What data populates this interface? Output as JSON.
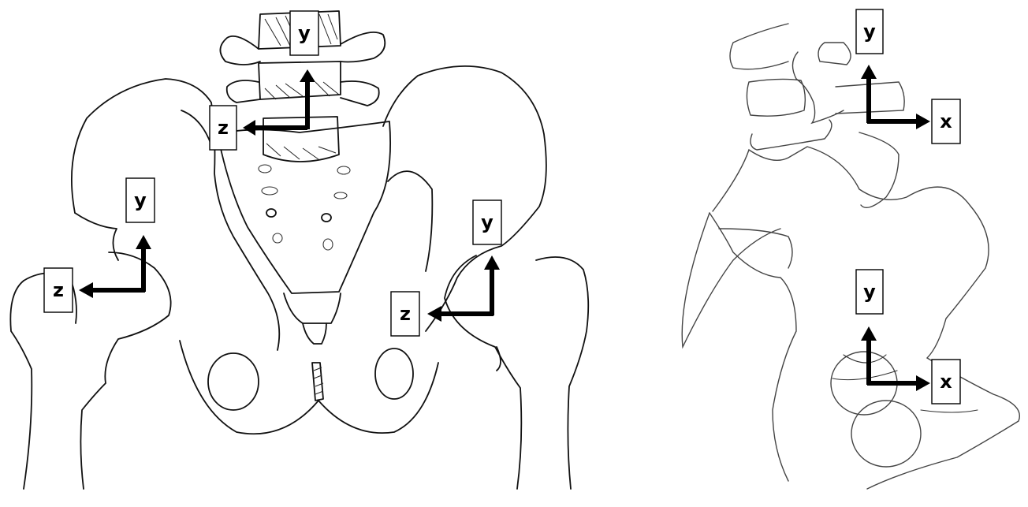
{
  "frontal_view": {
    "lumbar_frame": {
      "vertical_label": "y",
      "horizontal_label": "z"
    },
    "right_hip_frame": {
      "vertical_label": "y",
      "horizontal_label": "z"
    },
    "left_hip_frame": {
      "vertical_label": "y",
      "horizontal_label": "z"
    }
  },
  "lateral_view": {
    "lumbosacral_frame": {
      "vertical_label": "y",
      "horizontal_label": "x"
    },
    "hip_frame": {
      "vertical_label": "y",
      "horizontal_label": "x"
    }
  }
}
